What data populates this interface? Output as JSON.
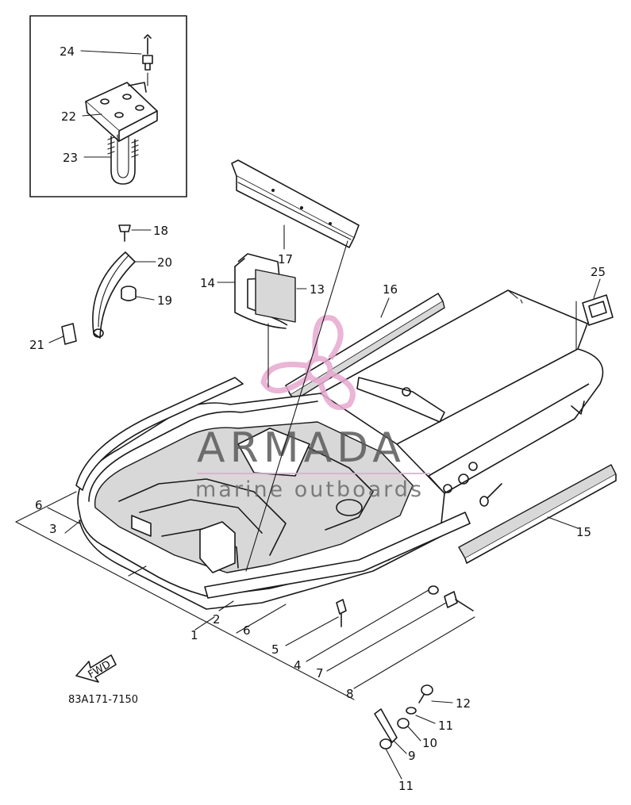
{
  "diagram": {
    "part_code": "83A171-7150",
    "fwd_label": "FWD",
    "callouts": [
      {
        "id": "24",
        "label": "24"
      },
      {
        "id": "22",
        "label": "22"
      },
      {
        "id": "23",
        "label": "23"
      },
      {
        "id": "18",
        "label": "18"
      },
      {
        "id": "20",
        "label": "20"
      },
      {
        "id": "19",
        "label": "19"
      },
      {
        "id": "21",
        "label": "21"
      },
      {
        "id": "14",
        "label": "14"
      },
      {
        "id": "13",
        "label": "13"
      },
      {
        "id": "17",
        "label": "17"
      },
      {
        "id": "16",
        "label": "16"
      },
      {
        "id": "25",
        "label": "25"
      },
      {
        "id": "15",
        "label": "15"
      },
      {
        "id": "6a",
        "label": "6"
      },
      {
        "id": "3",
        "label": "3"
      },
      {
        "id": "2",
        "label": "2"
      },
      {
        "id": "6b",
        "label": "6"
      },
      {
        "id": "1",
        "label": "1"
      },
      {
        "id": "5",
        "label": "5"
      },
      {
        "id": "4",
        "label": "4"
      },
      {
        "id": "7",
        "label": "7"
      },
      {
        "id": "8",
        "label": "8"
      },
      {
        "id": "12",
        "label": "12"
      },
      {
        "id": "11a",
        "label": "11"
      },
      {
        "id": "10",
        "label": "10"
      },
      {
        "id": "9",
        "label": "9"
      },
      {
        "id": "11b",
        "label": "11"
      }
    ]
  },
  "watermark": {
    "brand": "ARMADA",
    "tagline": "marine outboards",
    "color": "#e7a9cf"
  }
}
